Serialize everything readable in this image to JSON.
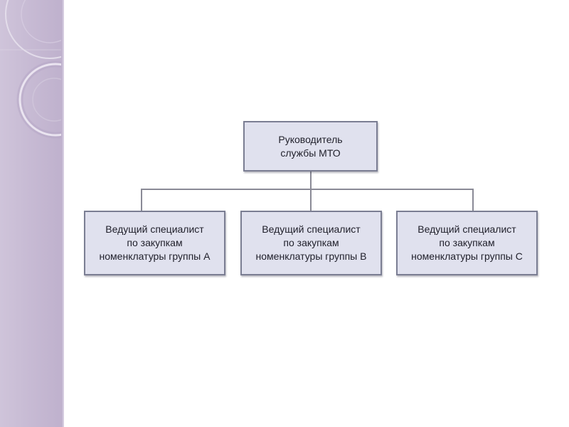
{
  "theme": {
    "sidebar_color": "#c5b8d2",
    "box_fill": "#e0e1ee",
    "box_border": "#7b7e93",
    "connector_color": "#8a8a96",
    "text_color": "#1f1f2a"
  },
  "diagram": {
    "root": {
      "lines": [
        "Руководитель",
        "службы МТО"
      ]
    },
    "children": [
      {
        "lines": [
          "Ведущий специалист",
          "по закупкам",
          "номенклатуры группы А"
        ]
      },
      {
        "lines": [
          "Ведущий специалист",
          "по закупкам",
          "номенклатуры группы В"
        ]
      },
      {
        "lines": [
          "Ведущий специалист",
          "по закупкам",
          "номенклатуры группы С"
        ]
      }
    ]
  }
}
